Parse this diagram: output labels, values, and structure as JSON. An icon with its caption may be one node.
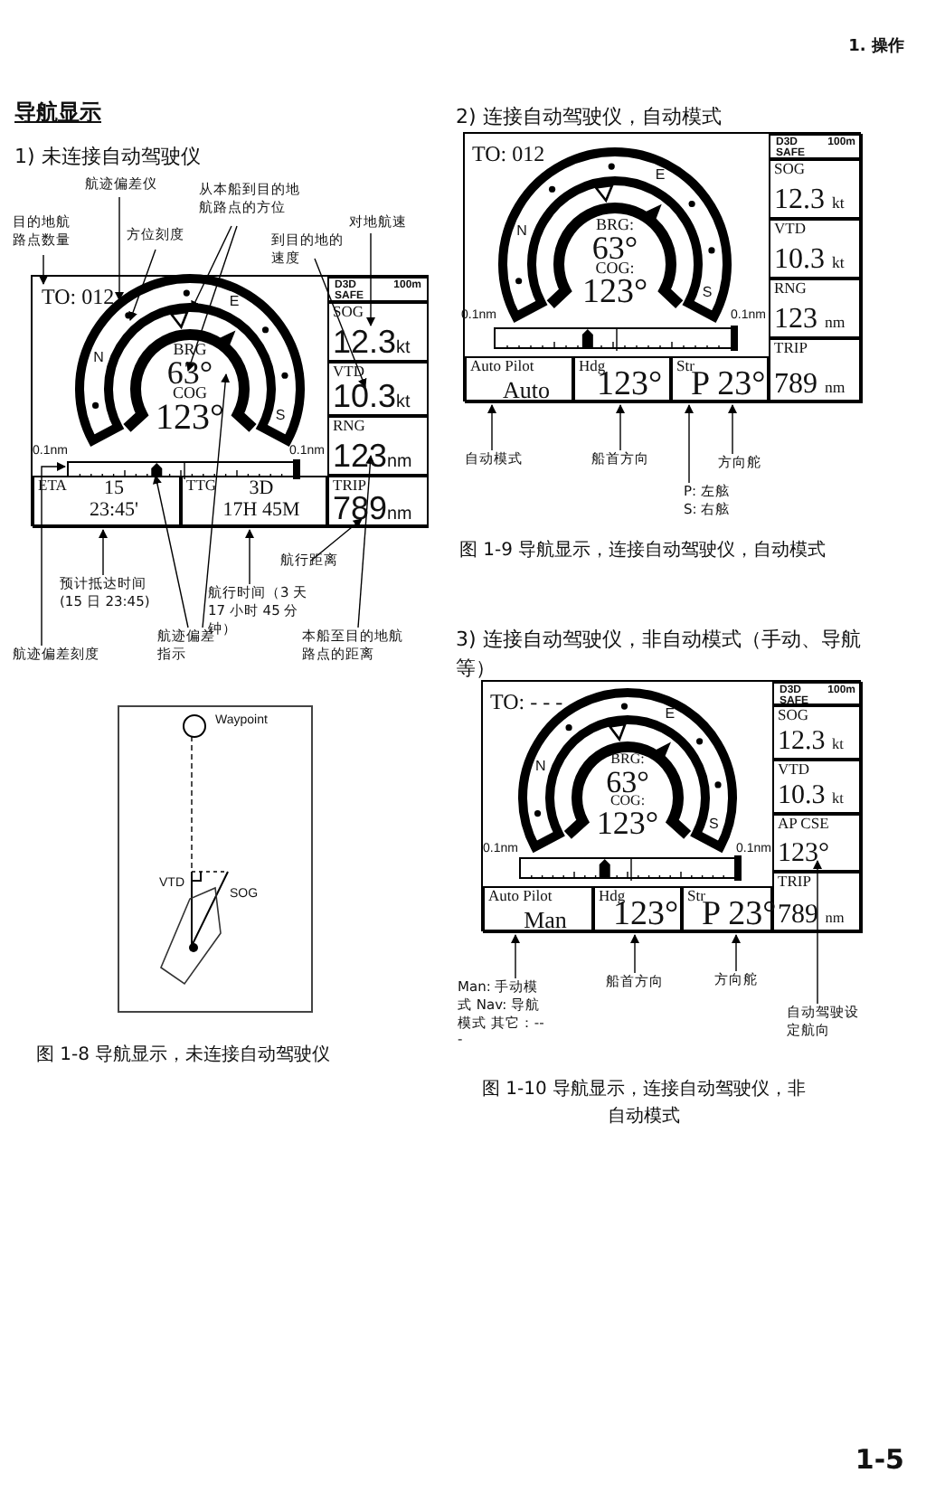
{
  "diagram": {
    "title": "导航显示",
    "nodes": [
      {
        "text": [],
        "shape": "box"
      },
      {
        "text": [
          "TO: 012"
        ],
        "in": 0
      },
      {
        "text": [
          "N",
          "E",
          "S",
          "BRG",
          "63°",
          "COG",
          "123°"
        ],
        "in": 0
      },
      {
        "text": [],
        "shape": "bar",
        "in": 0
      },
      {
        "text": [
          "D3D SAFE",
          "100m"
        ],
        "in": 0
      },
      {
        "text": [
          "SOG",
          "12.3$_{kt}$"
        ],
        "in": 0
      },
      {
        "text": [
          "VTD",
          "10.3$_{kt}$"
        ],
        "in": 0
      },
      {
        "text": [
          "RNG",
          "123$_{nm}$"
        ],
        "in": 0
      },
      {
        "text": [
          "TRIP",
          "789$_{nm}$"
        ],
        "in": 0
      },
      {
        "text": [
          "ETA",
          "15",
          "23:45'"
        ],
        "in": 0
      },
      {
        "text": [
          "TTG",
          "3D",
          "17H 45M"
        ],
        "in": 0
      },
      {
        "text": [
          "航迹偏差仪"
        ]
      },
      {
        "text": [
          "从本船到目的地航路点的方位"
        ]
      },
      {
        "text": [
          "目的地航路点数量"
        ]
      },
      {
        "text": [
          "方位刻度"
        ]
      },
      {
        "text": [
          "对地航速"
        ]
      },
      {
        "text": [
          "到目的地的速度"
        ]
      },
      {
        "text": [
          "航行距离"
        ]
      },
      {
        "text": [
          "预计抵达时间 (15 日 23:45)"
        ]
      },
      {
        "text": [
          "航行时间（3 天 17 小时 45 分钟）"
        ]
      },
      {
        "text": [
          "航迹偏差指示"
        ]
      },
      {
        "text": [
          "航迹偏差刻度"
        ]
      },
      {
        "text": [
          "本船至目的地航路点的距离"
        ]
      },
      {
        "text": [],
        "shape": "box"
      },
      {
        "text": [],
        "shape": "circle",
        "in": 23,
        "beside": [
          "Waypoint"
        ]
      },
      {
        "text": [],
        "shape": "ship",
        "in": 23
      },
      {
        "text": [],
        "shape": "box"
      },
      {
        "text": [
          "TO: 012"
        ],
        "in": 26
      },
      {
        "text": [
          "N",
          "E",
          "S",
          "BRG:",
          "63°",
          "COG:",
          "123°"
        ],
        "in": 26
      },
      {
        "text": [],
        "shape": "bar",
        "in": 26
      },
      {
        "text": [
          "D3D SAFE",
          "100m"
        ],
        "in": 26
      },
      {
        "text": [
          "SOG",
          "12.3 $_{kt}$"
        ],
        "in": 26
      },
      {
        "text": [
          "VTD",
          "10.3 $_{kt}$"
        ],
        "in": 26
      },
      {
        "text": [
          "RNG",
          "123 $_{nm}$"
        ],
        "in": 26
      },
      {
        "text": [
          "TRIP",
          "789 $_{nm}$"
        ],
        "in": 26
      },
      {
        "text": [
          "Auto Pilot",
          "Auto"
        ],
        "in": 26
      },
      {
        "text": [
          "Hdg",
          "123°"
        ],
        "in": 26
      },
      {
        "text": [
          "Str",
          "P 23°"
        ],
        "in": 26
      },
      {
        "text": [
          "自动模式"
        ]
      },
      {
        "text": [
          "船首方向"
        ]
      },
      {
        "text": [
          "方向舵"
        ]
      },
      {
        "text": [
          "P: 左舷 S: 右舷"
        ]
      },
      {
        "text": [],
        "shape": "box"
      },
      {
        "text": [
          "TO: - - -"
        ],
        "in": 42
      },
      {
        "text": [
          "N",
          "E",
          "S",
          "BRG:",
          "63°",
          "COG:",
          "123°"
        ],
        "in": 42
      },
      {
        "text": [],
        "shape": "bar",
        "in": 42
      },
      {
        "text": [
          "D3D SAFE",
          "100m"
        ],
        "in": 42
      },
      {
        "text": [
          "SOG",
          "12.3 $_{kt}$"
        ],
        "in": 42
      },
      {
        "text": [
          "VTD",
          "10.3 $_{kt}$"
        ],
        "in": 42
      },
      {
        "text": [
          "AP CSE",
          "123°"
        ],
        "in": 42
      },
      {
        "text": [
          "TRIP",
          "789 $_{nm}$"
        ],
        "in": 42
      },
      {
        "text": [
          "Auto Pilot",
          "Man"
        ],
        "in": 42
      },
      {
        "text": [
          "Hdg",
          "123°"
        ],
        "in": 42
      },
      {
        "text": [
          "Str",
          "P 23°"
        ],
        "in": 42
      },
      {
        "text": [
          "Man: 手动模式 Nav: 导航模式 其它：---"
        ]
      },
      {
        "text": [
          "船首方向"
        ]
      },
      {
        "text": [
          "方向舵"
        ]
      },
      {
        "text": [
          "自动驾驶设定航向"
        ]
      }
    ],
    "edges": [
      {
        "from": 11,
        "to": 2,
        "arrow": "to"
      },
      {
        "from": 12,
        "to": 2,
        "arrow": "to"
      },
      {
        "from": 12,
        "to": 2,
        "arrow": "to"
      },
      {
        "from": 13,
        "to": 1,
        "arrow": "to"
      },
      {
        "from": 14,
        "to": 2,
        "arrow": "to"
      },
      {
        "from": 15,
        "to": 5,
        "arrow": "to"
      },
      {
        "from": 16,
        "to": 6,
        "arrow": "to"
      },
      {
        "from": 17,
        "to": 8,
        "arrow": "to"
      },
      {
        "from": 18,
        "to": 9,
        "arrow": "to"
      },
      {
        "from": 19,
        "to": 10,
        "arrow": "to"
      },
      {
        "from": 20,
        "to": 3,
        "arrow": "to"
      },
      {
        "from": 20,
        "to": 2,
        "arrow": "to"
      },
      {
        "from": 21,
        "to": 3,
        "arrow": "to"
      },
      {
        "from": 22,
        "to": 7,
        "arrow": "to"
      },
      {
        "from": 25,
        "to": 24,
        "arrow": "none",
        "style": "dashed"
      },
      {
        "from": 38,
        "to": 35,
        "arrow": "to"
      },
      {
        "from": 39,
        "to": 36,
        "arrow": "to"
      },
      {
        "from": 41,
        "to": 37,
        "arrow": "to"
      },
      {
        "from": 40,
        "to": 37,
        "arrow": "to"
      },
      {
        "from": 54,
        "to": 51,
        "arrow": "to"
      },
      {
        "from": 55,
        "to": 52,
        "arrow": "to"
      },
      {
        "from": 56,
        "to": 53,
        "arrow": "to"
      },
      {
        "from": 57,
        "to": 49,
        "arrow": "to"
      }
    ],
    "labels": [
      "1. 操作",
      "1) 未连接自动驾驶仪",
      "0.1nm",
      "0.1nm",
      "VTD",
      "SOG",
      "图 1-8 导航显示，未连接自动驾驶仪",
      "2) 连接自动驾驶仪，自动模式",
      "0.1nm",
      "0.1nm",
      "图 1-9 导航显示，连接自动驾驶仪，自动模式",
      "3) 连接自动驾驶仪，非自动模式（手动、导航等）",
      "0.1nm",
      "0.1nm",
      "图 1-10 导航显示，连接自动驾驶仪，非自动模式",
      "1-5"
    ]
  }
}
